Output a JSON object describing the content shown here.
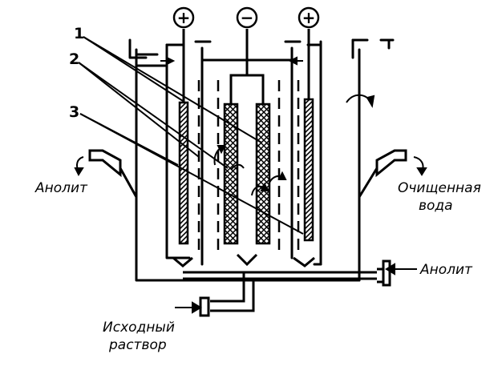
{
  "terminals": {
    "left": "+",
    "center": "−",
    "right": "+"
  },
  "numbers": {
    "one": "1",
    "two": "2",
    "three": "3"
  },
  "labels": {
    "anolyte_left": "Анолит",
    "anolyte_right": "Анолит",
    "purified_water_line1": "Очищенная",
    "purified_water_line2": "вода",
    "source_solution_line1": "Исходный",
    "source_solution_line2": "раствор"
  }
}
